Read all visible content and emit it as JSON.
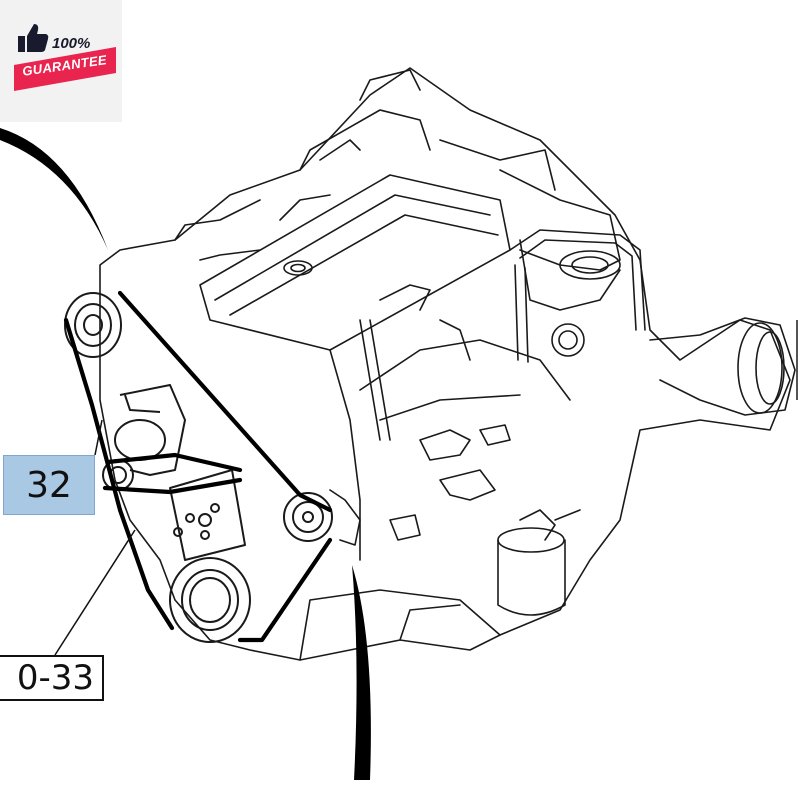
{
  "badge": {
    "percent_text": "100%",
    "guarantee_text": "GUARANTEE",
    "banner_color": "#e8244f",
    "icon": "thumbs-up-icon"
  },
  "callouts": {
    "part_number": "32",
    "part_number_highlight": "#a9c8e4",
    "reference_text": "0-33"
  },
  "diagram": {
    "subject": "engine-with-drive-belt",
    "line_color": "#1a1a1a"
  }
}
